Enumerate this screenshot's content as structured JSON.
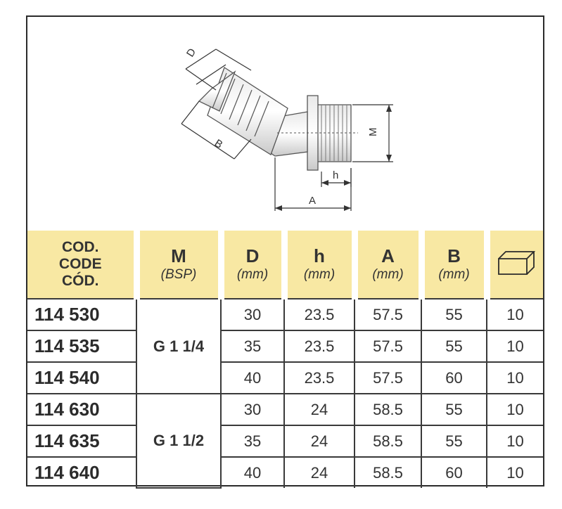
{
  "diagram": {
    "labels": {
      "d": "D",
      "b": "B",
      "m": "M",
      "h": "h",
      "a": "A"
    }
  },
  "table": {
    "headers": {
      "code": [
        "COD.",
        "CODE",
        "CÓD."
      ],
      "m": {
        "main": "M",
        "unit": "(BSP)"
      },
      "d": {
        "main": "D",
        "unit": "(mm)"
      },
      "h": {
        "main": "h",
        "unit": "(mm)"
      },
      "a": {
        "main": "A",
        "unit": "(mm)"
      },
      "b": {
        "main": "B",
        "unit": "(mm)"
      },
      "box_icon": "box-icon"
    },
    "rows": [
      {
        "code": "114 530",
        "thread": "G 1 1/4",
        "d": "30",
        "h": "23.5",
        "a": "57.5",
        "b": "55",
        "qty": "10"
      },
      {
        "code": "114 535",
        "thread": "G 1 1/4",
        "d": "35",
        "h": "23.5",
        "a": "57.5",
        "b": "55",
        "qty": "10"
      },
      {
        "code": "114 540",
        "thread": "G 1 1/4",
        "d": "40",
        "h": "23.5",
        "a": "57.5",
        "b": "60",
        "qty": "10"
      },
      {
        "code": "114 630",
        "thread": "G 1 1/2",
        "d": "30",
        "h": "24",
        "a": "58.5",
        "b": "55",
        "qty": "10"
      },
      {
        "code": "114 635",
        "thread": "G 1 1/2",
        "d": "35",
        "h": "24",
        "a": "58.5",
        "b": "55",
        "qty": "10"
      },
      {
        "code": "114 640",
        "thread": "G 1 1/2",
        "d": "40",
        "h": "24",
        "a": "58.5",
        "b": "60",
        "qty": "10"
      }
    ]
  }
}
